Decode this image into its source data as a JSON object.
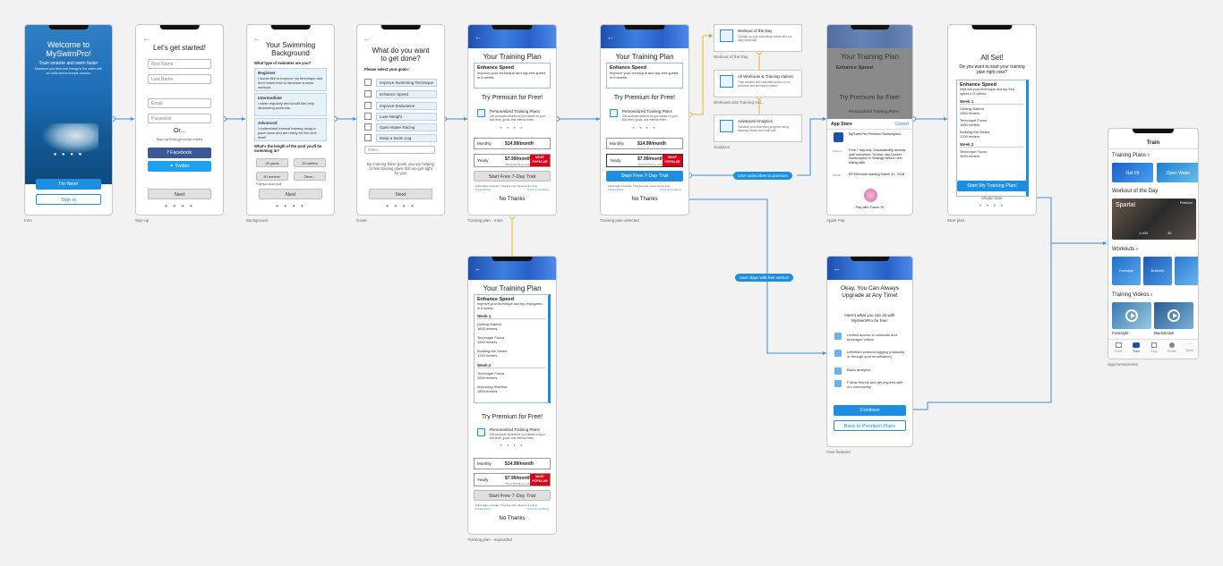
{
  "colors": {
    "accent": "#1e8fe0",
    "popular": "#d8001a",
    "canvas": "#f2f2f2"
  },
  "captions": {
    "intro": "Intro",
    "signup": "Sign up",
    "background": "Background",
    "goals": "Goals",
    "plan_main": "Training plan - main",
    "plan_selected": "Training plan selected",
    "analytics": "Analytics",
    "apple_pay": "Apple Pay",
    "start_plan": "Start plan",
    "app_home": "App homescreen",
    "plan_expanded": "Training plan - expanded",
    "free_features": "Free features"
  },
  "intro": {
    "title": "Welcome to MySwimPro!",
    "subtitle": "Train smarter and swim faster",
    "body": "Maximize your time and energy in the water with our drills and technique courses.",
    "new_button": "I'm New!",
    "signin_button": "Sign in"
  },
  "signup": {
    "title": "Let's get started!",
    "first_name": "First Name",
    "last_name": "Last Name",
    "email": "Email",
    "password": "Password",
    "or": "Or...",
    "social_hint": "Sign up through social media",
    "facebook": "Facebook",
    "twitter": "Twitter",
    "next": "Next"
  },
  "background": {
    "title": "Your Swimming Background",
    "question": "What type of swimmer are you?",
    "options": [
      {
        "name": "Beginner",
        "desc": "I would like to improve my technique and don't know how to structure a swim workout."
      },
      {
        "name": "Intermediate",
        "desc": "I swim regularly and would like help structuring workouts."
      },
      {
        "name": "Advanced",
        "desc": "I understand interval training using a pace clock and am ready for the next level!"
      }
    ],
    "pool_question": "What's the length of the pool you'll be swimming in?",
    "pools": [
      "25 yards",
      "25 meters",
      "50 meters*",
      "Other..."
    ],
    "pool_note": "*Olympic-sized pool",
    "next": "Next"
  },
  "goals": {
    "title": "What do you want to get done?",
    "prompt": "Please select your goals:",
    "items": [
      "Improve Swimming Technique",
      "Enhance Speed",
      "Improve Endurance",
      "Lose Weight",
      "Open Water Racing",
      "Keep a Swim Log"
    ],
    "other": "Other...",
    "footnote": "By entering these goals, you are helping us find training plans that are just right for you!",
    "next": "Next"
  },
  "plan": {
    "title": "Your Training Plan",
    "plan_name": "Enhance Speed",
    "plan_desc": "Improve your technique and top-end speed in 8 weeks",
    "premium_title": "Try Premium for Free!",
    "feature_title": "Personalized Training Plans",
    "feature_desc": "Get workouts tailored for you based on your skill level, goals, and interval times.",
    "monthly_label": "Monthly",
    "monthly_price": "$14.99/month",
    "yearly_label": "Yearly",
    "yearly_price": "$7.99/month*",
    "yearly_note": "*Billed $95.88 annually",
    "popular": "MOST POPULAR",
    "trial_button": "Start Free 7-Day Trial",
    "fine_print": "Subscription includes 7 day free trial, cancel at any time",
    "privacy": "Privacy Policy",
    "terms": "Terms & Conditions",
    "no_thanks": "No Thanks"
  },
  "plan_weeks": {
    "week1": "Week 1",
    "week1_items": [
      {
        "name": "Getting Started",
        "dist": "1600 meters"
      },
      {
        "name": "Technique Focus",
        "dist": "1500 meters"
      },
      {
        "name": "Building the Stroke",
        "dist": "1700 meters"
      }
    ],
    "week2": "Week 2",
    "week2_items": [
      {
        "name": "Technique Focus",
        "dist": "1600 meters"
      },
      {
        "name": "Improving Stamina",
        "dist": "1800 meters"
      }
    ]
  },
  "analytics": {
    "cards": [
      {
        "title": "Workout of the Day",
        "desc": "Change up your swimming routine with our daily workouts!",
        "caption": "Workout of the Day"
      },
      {
        "title": "All Workouts & Training Videos",
        "desc": "Train smarter with unlimited access to our workouts and technique videos!",
        "caption": "Workouts and Training Vid..."
      },
      {
        "title": "Advanced Analytics",
        "desc": "Visualize your swimming progress using distance, times, and heart rate.",
        "caption": "Analytics"
      }
    ]
  },
  "applepay": {
    "store": "App Store",
    "cancel": "Cancel",
    "product": "MySwimPro Premium Subscription",
    "policy_label": "POLICY",
    "policy": "Free 7 day trial. Automatically renews until cancelled. To stop, tap Cancel Subscription in Settings before next billing date.",
    "price_label": "PRICE",
    "price": "$7.99/month starting March 12, 2018",
    "touch_id": "Pay with Touch ID"
  },
  "allset": {
    "title": "All Set!",
    "question": "Do you want to start your training plan right now?",
    "start_button": "Start My Training Plan!",
    "maybe_later": "Maybe later"
  },
  "home": {
    "title": "Train",
    "training_plans": "Training Plans",
    "plan_tiles": [
      "Get Fit",
      "Open Water"
    ],
    "wotd": "Workout of the Day",
    "wotd_name": "Sparta!",
    "wotd_premium": "Premium",
    "wotd_stats": [
      "1,000",
      "30"
    ],
    "workouts": "Workouts",
    "workout_tiles": [
      "Freestyle",
      "Butterfly",
      ""
    ],
    "videos": "Training Videos",
    "video_tiles": [
      "Freestyle",
      "Backstroke"
    ],
    "tabs": [
      "Feed",
      "Train",
      "Log",
      "Profile",
      "More"
    ]
  },
  "free": {
    "title": "Okay, You Can Always Upgrade at Any Time!",
    "subtitle": "Here's what you can do with MySwimPro for free:",
    "items": [
      "Limited access to workouts and technique videos",
      "Unlimited workout logging (manually or through your smartwatch)",
      "Basic analytics",
      "Follow friends and get inspired with our community!"
    ],
    "continue": "Continue",
    "back": "Back to Premium Plans"
  },
  "flow_labels": {
    "subscribes": "User subscribes to premium",
    "free_version": "User stays with free version"
  }
}
